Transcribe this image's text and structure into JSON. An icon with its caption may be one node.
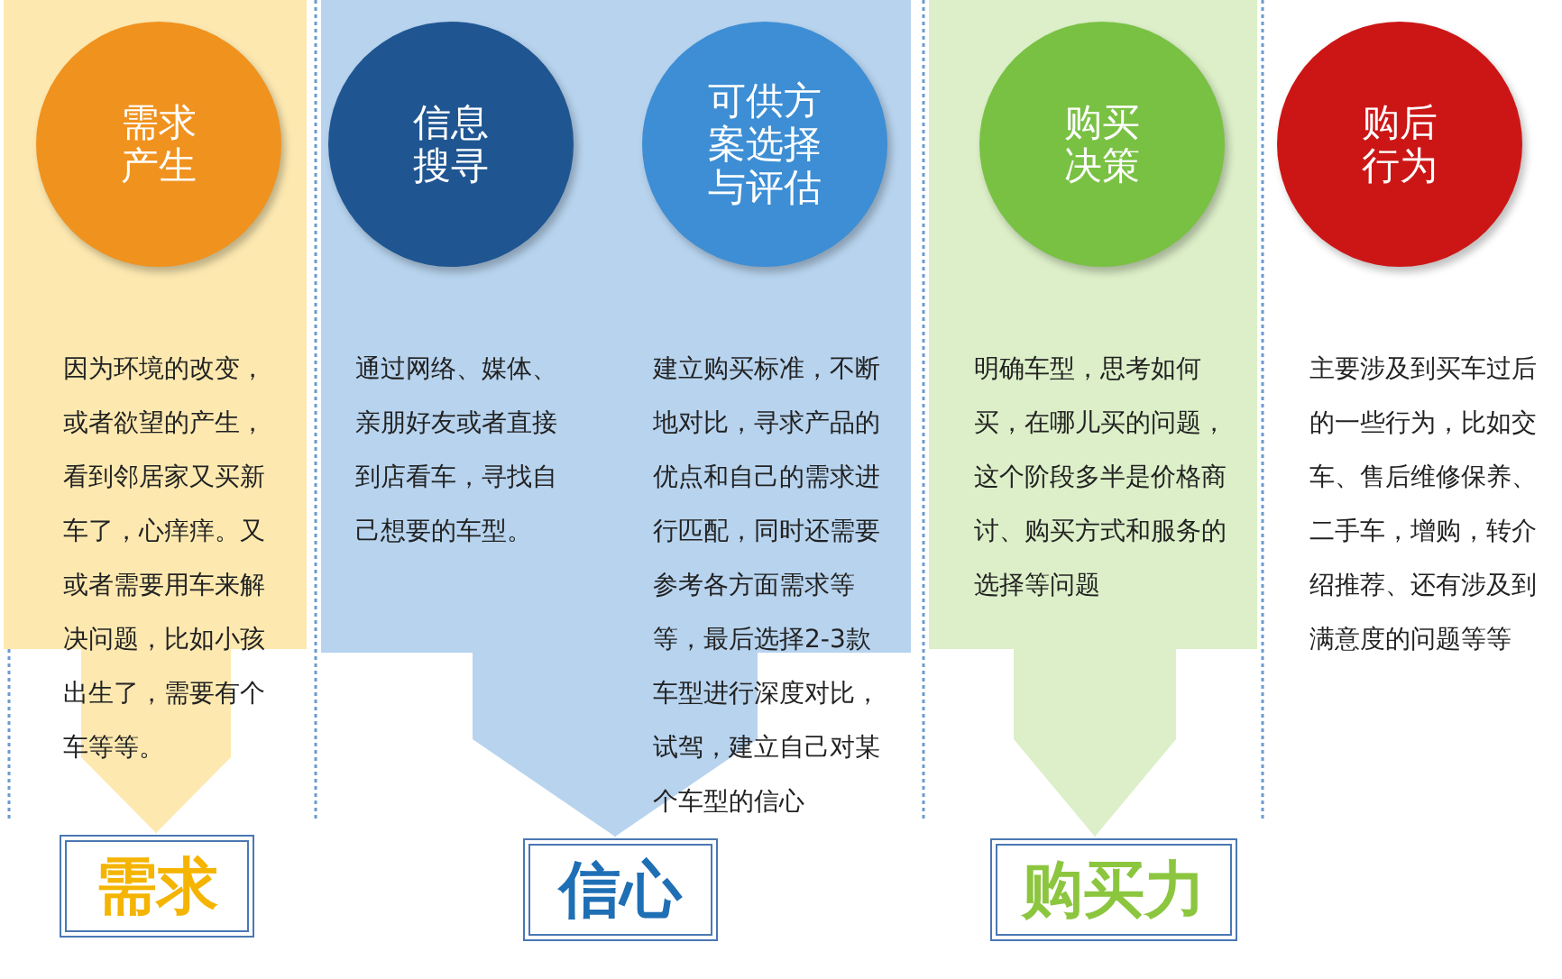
{
  "diagram": {
    "nodes": [
      {
        "text": [],
        "shape": "band"
      },
      {
        "text": [
          "需求产生"
        ],
        "in": 0
      },
      {
        "text": [],
        "shape": "band"
      },
      {
        "text": [
          "信息搜寻"
        ],
        "in": 2
      },
      {
        "text": [
          "可供方案选择与评估"
        ],
        "in": 2
      },
      {
        "text": [],
        "shape": "band"
      },
      {
        "text": [
          "购买决策"
        ],
        "in": 5
      },
      {
        "text": [
          "购后行为"
        ]
      },
      {
        "text": [
          "需求"
        ]
      },
      {
        "text": [
          "信心"
        ]
      },
      {
        "text": [
          "购买力"
        ]
      }
    ],
    "edges": [
      {
        "from": 0,
        "to": 8,
        "arrow": "to"
      },
      {
        "from": 2,
        "to": 9,
        "arrow": "to"
      },
      {
        "from": 5,
        "to": 10,
        "arrow": "to"
      }
    ],
    "labels": [
      "因为环境的改变，或者欲望的产生，看到邻居家又买新车了，心痒痒。又或者需要用车来解决问题，比如小孩出生了，需要有个车等等。",
      "通过网络、媒体、亲朋好友或者直接到店看车，寻找自己想要的车型。",
      "建立购买标准，不断地对比，寻求产品的优点和自己的需求进行匹配，同时还需要参考各方面需求等等，最后选择2-3款车型进行深度对比，试驾，建立自己对某个车型的信心",
      "明确车型，思考如何买，在哪儿买的问题，这个阶段多半是价格商讨、购买方式和服务的选择等问题",
      "主要涉及到买车过后的一些行为，比如交车、售后维修保养、二手车，增购，转介绍推荐、还有涉及到满意度的问题等等"
    ]
  }
}
